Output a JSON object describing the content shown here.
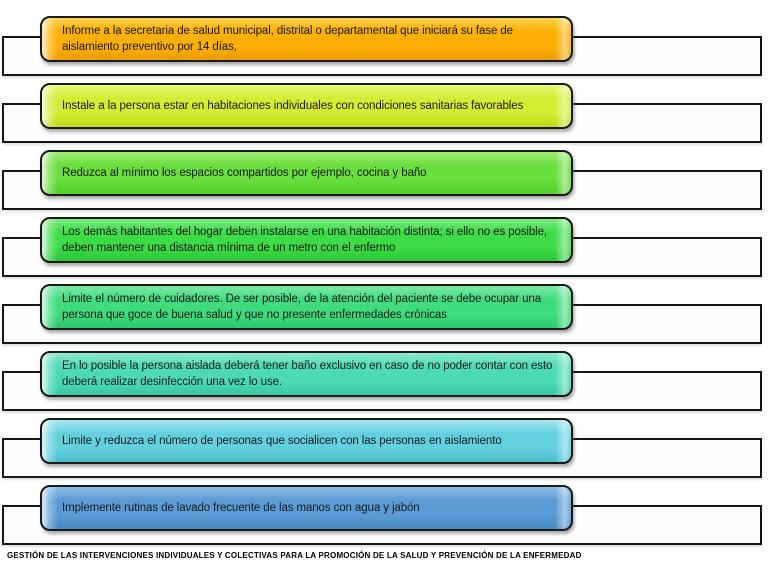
{
  "footer": "GESTIÓN DE LAS INTERVENCIONES INDIVIDUALES Y COLECTIVAS PARA LA PROMOCIÓN DE LA SALUD Y PREVENCIÓN DE LA ENFERMEDAD",
  "steps": [
    {
      "label": "Informe a la secretaria de salud municipal, distrital o departamental que iniciará su fase de aislamiento preventivo por 14 días,",
      "color_top": "#FFD24D",
      "color_base": "#FCAF04",
      "color_bottom": "#ED9D00"
    },
    {
      "label": "Instale a la persona estar en habitaciones individuales con condiciones sanitarias favorables",
      "color_top": "#EAF77D",
      "color_base": "#D5EC33",
      "color_bottom": "#BFD818"
    },
    {
      "label": "Reduzca al mínimo los espacios compartidos por ejemplo, cocina y baño",
      "color_top": "#A0EC75",
      "color_base": "#69DE3D",
      "color_bottom": "#50CE28"
    },
    {
      "label": "Los demás habitantes del hogar deben instalarse en una habitación distinta; si ello no es posible, deben mantener una distancia mínima de un metro con el enfermo",
      "color_top": "#7FE983",
      "color_base": "#3EDB49",
      "color_bottom": "#2AC836"
    },
    {
      "label": "Limite el número de cuidadores. De ser posible, de la atención del paciente se debe ocupar una persona que goce de buena salud y que no presente enfermedades crónicas",
      "color_top": "#81E8AA",
      "color_base": "#3FDB7D",
      "color_bottom": "#2DC96B"
    },
    {
      "label": "En lo posible la persona aislada deberá tener baño exclusivo en caso de no poder contar con esto deberá realizar desinfección una vez lo use.",
      "color_top": "#8FE9CF",
      "color_base": "#4CDAB5",
      "color_bottom": "#38C7A1"
    },
    {
      "label": "Limite  y reduzca  el número de personas que socialicen con las personas en aislamiento",
      "color_top": "#A8E6EE",
      "color_base": "#62D0DD",
      "color_bottom": "#4DBCCB"
    },
    {
      "label": "Implemente rutinas de lavado frecuente de las manos con agua y jabón",
      "color_top": "#8FBCE6",
      "color_base": "#5B9BD5",
      "color_bottom": "#4788C4"
    }
  ]
}
